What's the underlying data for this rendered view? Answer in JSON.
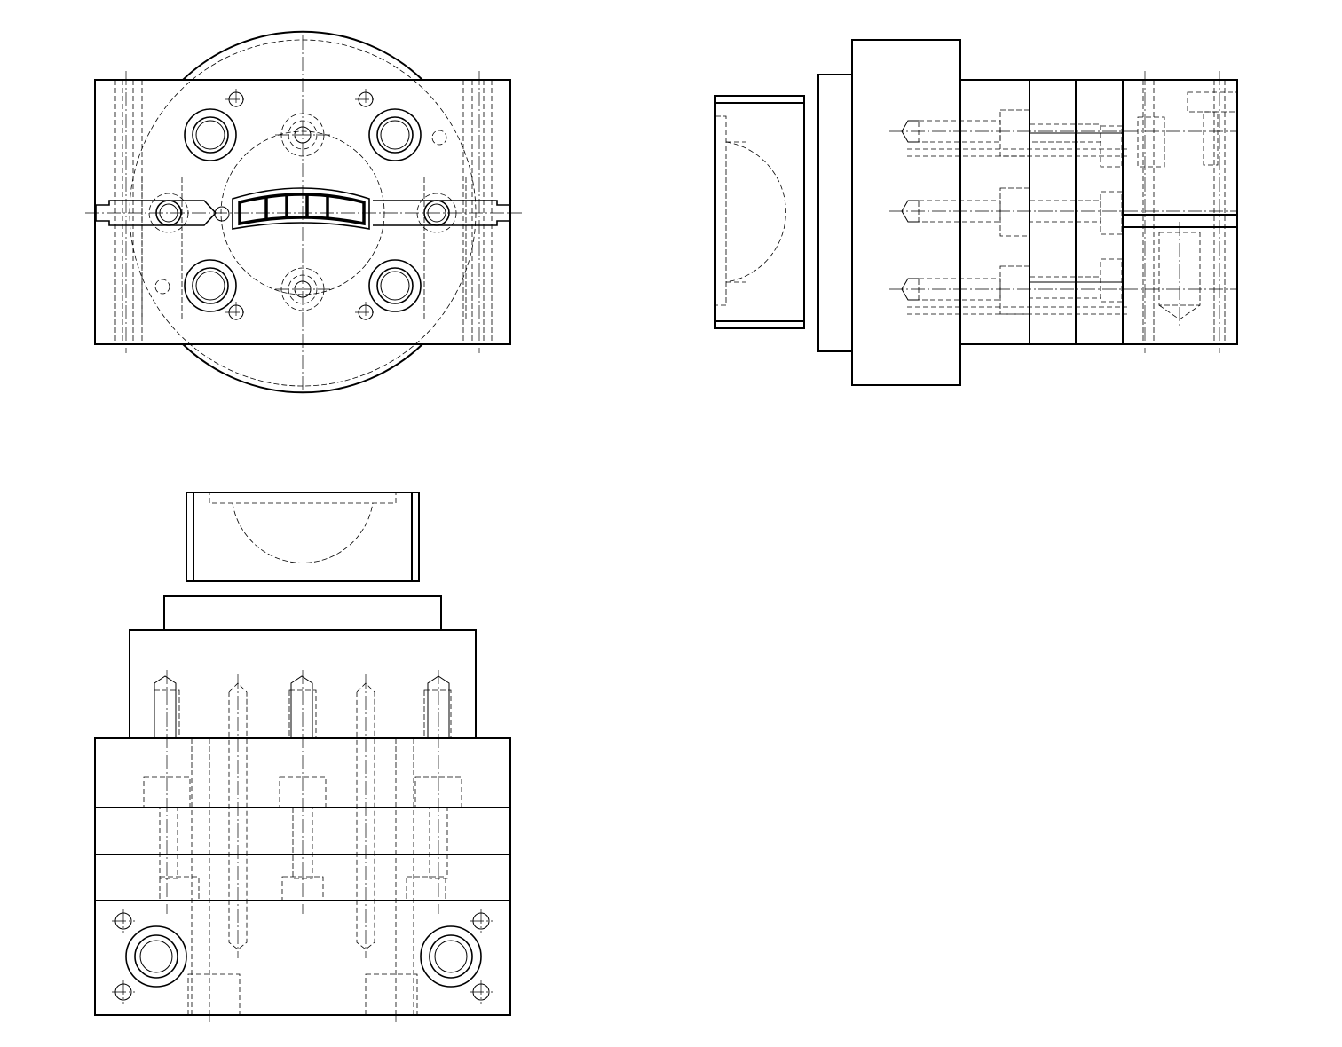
{
  "drawing": {
    "views": [
      {
        "id": "top-view"
      },
      {
        "id": "side-view"
      },
      {
        "id": "front-view"
      }
    ]
  }
}
